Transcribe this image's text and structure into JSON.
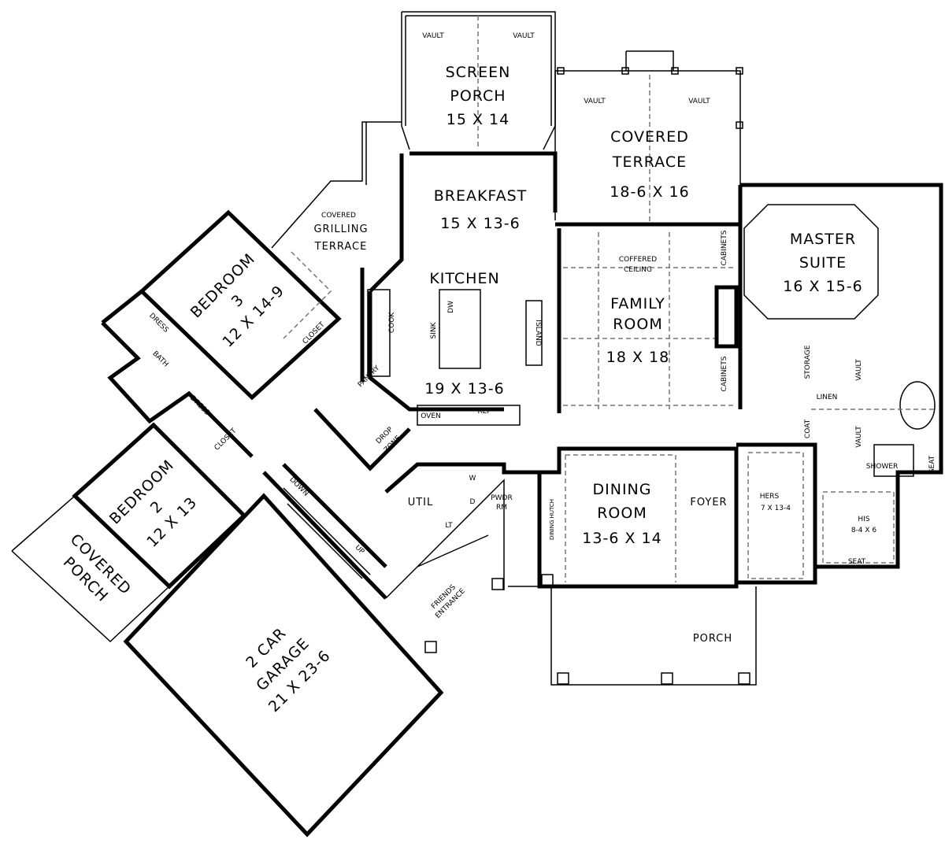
{
  "rooms": {
    "screen_porch": {
      "name1": "SCREEN",
      "name2": "PORCH",
      "size": "15 X 14"
    },
    "covered_terrace": {
      "name1": "COVERED",
      "name2": "TERRACE",
      "size": "18-6 X 16"
    },
    "breakfast": {
      "name": "BREAKFAST",
      "size": "15 X 13-6"
    },
    "kitchen": {
      "name": "KITCHEN",
      "size": "19 X 13-6"
    },
    "family_room": {
      "name1": "FAMILY",
      "name2": "ROOM",
      "size": "18 X 18",
      "note1": "COFFERED",
      "note2": "CEILING"
    },
    "master_suite": {
      "name1": "MASTER",
      "name2": "SUITE",
      "size": "16 X 15-6"
    },
    "grilling_terrace": {
      "note": "COVERED",
      "name1": "GRILLING",
      "name2": "TERRACE"
    },
    "bedroom3": {
      "name": "BEDROOM",
      "num": "3",
      "size": "12 X 14-9"
    },
    "bedroom2": {
      "name": "BEDROOM",
      "num": "2",
      "size": "12 X 13"
    },
    "covered_porch": {
      "name1": "COVERED",
      "name2": "PORCH"
    },
    "garage": {
      "name1": "2 CAR",
      "name2": "GARAGE",
      "size": "21 X 23-6"
    },
    "dining": {
      "name1": "DINING",
      "name2": "ROOM",
      "size": "13-6 X 14"
    },
    "foyer": {
      "name": "FOYER"
    },
    "porch": {
      "name": "PORCH"
    },
    "hers": {
      "name": "HERS",
      "size": "7 X 13-4"
    },
    "his": {
      "name": "HIS",
      "size": "8-4 X 6"
    },
    "friends_entrance": {
      "name1": "FRIENDS",
      "name2": "ENTRANCE"
    }
  },
  "small_labels": {
    "vault": "VAULT",
    "dress": "DRESS",
    "bath": "BATH",
    "closet": "CLOSET",
    "pantry": "PANTRY",
    "drop": "DROP",
    "zone": "ZONE",
    "cook": "COOK",
    "sink": "SINK",
    "dw": "DW",
    "island": "ISLAND",
    "oven": "OVEN",
    "ref": "REF",
    "cabinets": "CABINETS",
    "storage": "STORAGE",
    "linen": "LINEN",
    "coat": "COAT",
    "shower": "SHOWER",
    "seat": "SEAT",
    "util": "UTIL",
    "pwdr": "PWDR",
    "rm": "RM",
    "dining_hutch": "DINING HUTCH",
    "down": "DOWN",
    "up": "UP",
    "w": "W",
    "d": "D",
    "lt": "LT"
  }
}
